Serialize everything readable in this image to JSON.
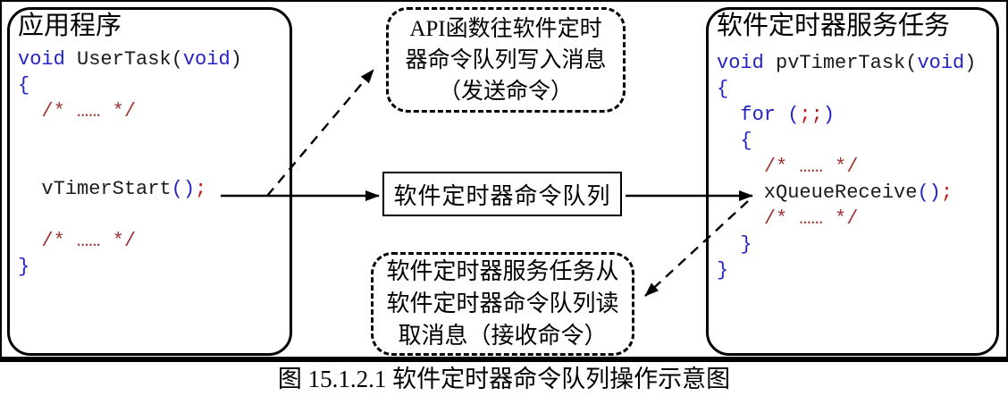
{
  "colors": {
    "keyword": "#2222c8",
    "code_text": "#1a1a1a",
    "comment": "#a03232",
    "semicolon": "#c01818",
    "line_black": "#000000"
  },
  "left_box": {
    "title": "应用程序",
    "code": [
      [
        {
          "t": "void",
          "c": "kw"
        },
        {
          "t": " UserTask(",
          "c": "id"
        },
        {
          "t": "void",
          "c": "kw"
        },
        {
          "t": ")",
          "c": "id"
        }
      ],
      [
        {
          "t": "{",
          "c": "kw"
        }
      ],
      [
        {
          "t": "  ",
          "c": "id"
        },
        {
          "t": "/* …… */",
          "c": "cm"
        }
      ],
      [],
      [],
      [
        {
          "t": "  vTimerStart",
          "c": "id"
        },
        {
          "t": "()",
          "c": "kw"
        },
        {
          "t": ";",
          "c": "sc"
        }
      ],
      [],
      [
        {
          "t": "  ",
          "c": "id"
        },
        {
          "t": "/* …… */",
          "c": "cm"
        }
      ],
      [
        {
          "t": "}",
          "c": "kw"
        }
      ]
    ]
  },
  "right_box": {
    "title": "软件定时器服务任务",
    "code": [
      [
        {
          "t": "void",
          "c": "kw"
        },
        {
          "t": " pvTimerTask(",
          "c": "id"
        },
        {
          "t": "void",
          "c": "kw"
        },
        {
          "t": ")",
          "c": "id"
        }
      ],
      [
        {
          "t": "{",
          "c": "kw"
        }
      ],
      [
        {
          "t": "  ",
          "c": "id"
        },
        {
          "t": "for",
          "c": "kw"
        },
        {
          "t": " ",
          "c": "id"
        },
        {
          "t": "(",
          "c": "kw"
        },
        {
          "t": ";;",
          "c": "sc"
        },
        {
          "t": ")",
          "c": "kw"
        }
      ],
      [
        {
          "t": "  {",
          "c": "kw"
        }
      ],
      [
        {
          "t": "    ",
          "c": "id"
        },
        {
          "t": "/* …… */",
          "c": "cm"
        }
      ],
      [
        {
          "t": "    xQueueReceive",
          "c": "id"
        },
        {
          "t": "()",
          "c": "kw"
        },
        {
          "t": ";",
          "c": "sc"
        }
      ],
      [
        {
          "t": "    ",
          "c": "id"
        },
        {
          "t": "/* …… */",
          "c": "cm"
        }
      ],
      [
        {
          "t": "  }",
          "c": "kw"
        }
      ],
      [
        {
          "t": "}",
          "c": "kw"
        }
      ]
    ]
  },
  "queue_box": {
    "label": "软件定时器命令队列"
  },
  "send_note": {
    "lines": [
      "API函数往软件定时",
      "器命令队列写入消息",
      "（发送命令）"
    ]
  },
  "receive_note": {
    "lines": [
      "软件定时器服务任务从",
      "软件定时器命令队列读",
      "取消息（接收命令）"
    ]
  },
  "figure": {
    "caption": "图 15.1.2.1 软件定时器命令队列操作示意图"
  }
}
